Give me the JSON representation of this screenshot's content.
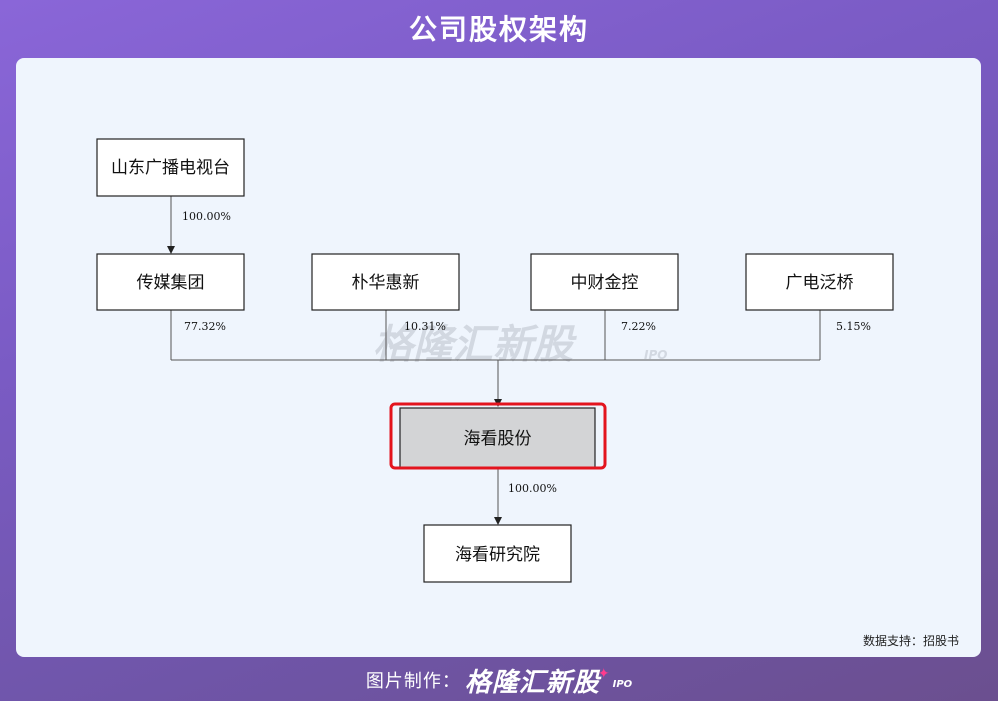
{
  "title": "公司股权架构",
  "nodes": {
    "sdgb": "山东广播电视台",
    "cmjt": "传媒集团",
    "phhx": "朴华惠新",
    "zcjk": "中财金控",
    "gdfq": "广电泛桥",
    "hkgf": "海看股份",
    "hkyjy": "海看研究院"
  },
  "edges": {
    "sdgb_cmjt": "100.00%",
    "cmjt_hkgf": "77.32%",
    "phhx_hkgf": "10.31%",
    "zcjk_hkgf": "7.22%",
    "gdfq_hkgf": "5.15%",
    "hkgf_hkyjy": "100.00%"
  },
  "watermark": {
    "main": "格隆汇新股",
    "sub": "IPO"
  },
  "source": "数据支持：招股书",
  "footer": {
    "label": "图片制作：",
    "brand": "格隆汇新股",
    "brand_sub": "IPO"
  },
  "colors": {
    "highlight": "#e3141e",
    "panel": "#eff5fd"
  }
}
